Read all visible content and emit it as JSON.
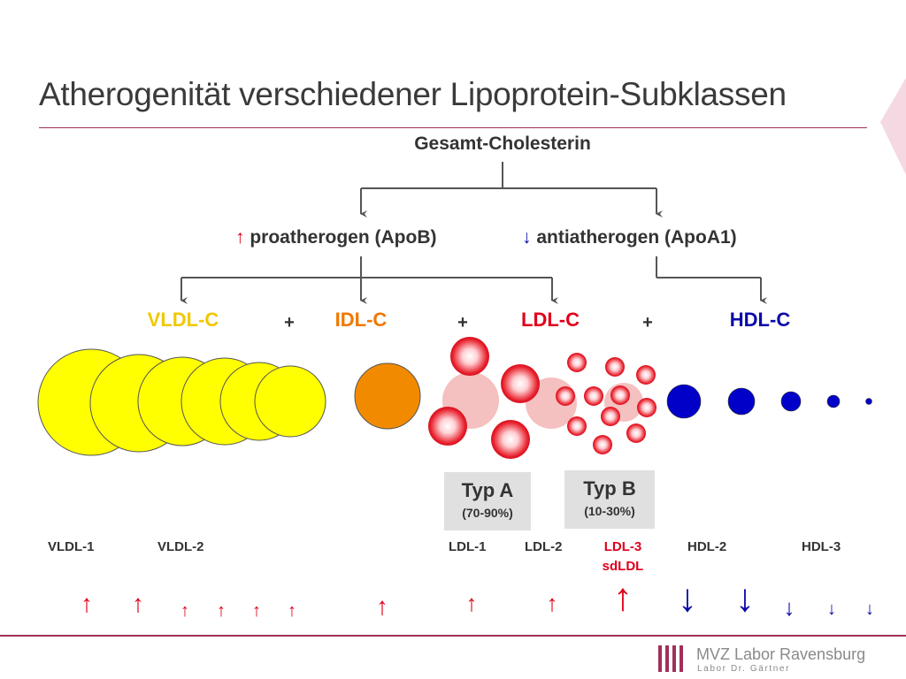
{
  "title": "Atherogenität verschiedener Lipoprotein-Subklassen",
  "root": "Gesamt-Cholesterin",
  "branches": {
    "pro": {
      "arrow": "↑",
      "text": "proatherogen (ApoB)"
    },
    "anti": {
      "arrow": "↓",
      "text": "antiatherogen (ApoA1)"
    }
  },
  "classes": {
    "vldl": "VLDL-C",
    "idl": "IDL-C",
    "ldl": "LDL-C",
    "hdl": "HDL-C",
    "plus": "+"
  },
  "types": {
    "a": {
      "name": "Typ A",
      "pct": "(70-90%)"
    },
    "b": {
      "name": "Typ B",
      "pct": "(10-30%)"
    }
  },
  "subclasses": {
    "vldl1": "VLDL-1",
    "vldl2": "VLDL-2",
    "ldl1": "LDL-1",
    "ldl2": "LDL-2",
    "ldl3": "LDL-3",
    "sdldl": "sdLDL",
    "hdl2": "HDL-2",
    "hdl3": "HDL-3"
  },
  "indicators": {
    "up": "↑",
    "down": "↓"
  },
  "logo": {
    "name": "MVZ Labor Ravensburg",
    "sub": "Labor Dr. Gärtner"
  },
  "colors": {
    "vldl": "#f0c800",
    "idl": "#f07800",
    "ldl": "#e0001a",
    "hdl": "#0a0aa8",
    "accent": "#a0305a"
  }
}
